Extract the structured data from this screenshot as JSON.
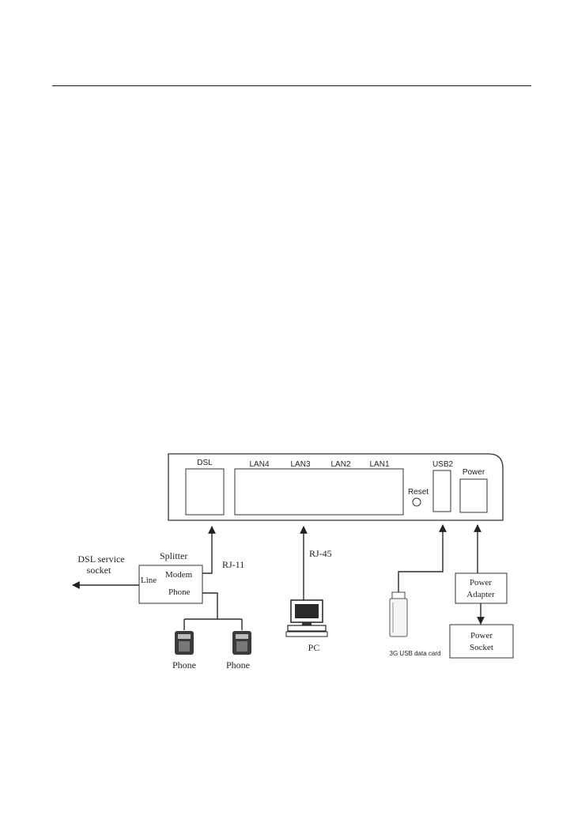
{
  "diagram": {
    "router_ports": {
      "dsl": "DSL",
      "lan4": "LAN4",
      "lan3": "LAN3",
      "lan2": "LAN2",
      "lan1": "LAN1",
      "reset": "Reset",
      "usb2": "USB2",
      "power": "Power"
    },
    "labels": {
      "dsl_service_line1": "DSL service",
      "dsl_service_line2": "socket",
      "splitter": "Splitter",
      "line": "Line",
      "modem": "Modem",
      "phone_port": "Phone",
      "rj11": "RJ-11",
      "rj45": "RJ-45",
      "phone_left": "Phone",
      "phone_right": "Phone",
      "pc": "PC",
      "usb_card": "3G USB data card",
      "power_adapter_line1": "Power",
      "power_adapter_line2": "Adapter",
      "power_socket_line1": "Power",
      "power_socket_line2": "Socket"
    }
  }
}
